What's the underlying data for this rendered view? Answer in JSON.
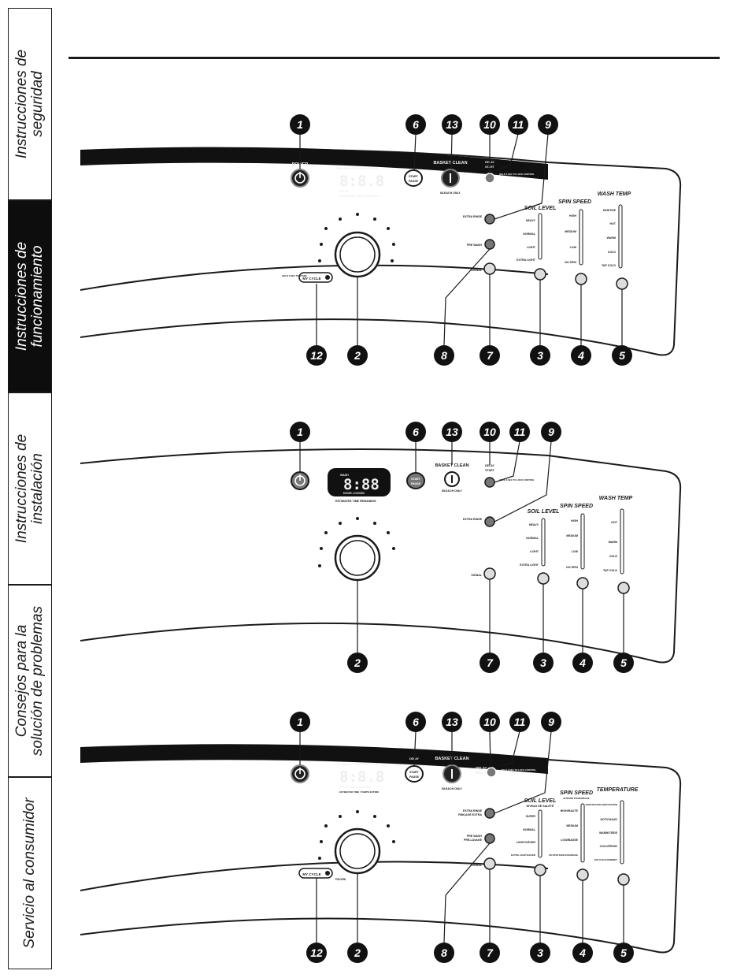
{
  "tabs": [
    {
      "label": "Instrucciones de\nseguridad",
      "active": false
    },
    {
      "label": "Instrucciones de\nfuncionamiento",
      "active": true
    },
    {
      "label": "Instrucciones de\ninstalación",
      "active": false
    },
    {
      "label": "Consejos para la\nsolución de problemas",
      "active": false
    },
    {
      "label": "Servicio al consumidor",
      "active": false
    }
  ],
  "panel1": {
    "power": "POWER",
    "display_top": "PRE WASH EXTRA RINSE SPIN",
    "display_bottom": "DELAY",
    "est_time": "ESTIMATED TIME REMAINING",
    "display_digits": "8:8.8",
    "start": "START",
    "pause": "PAUSE",
    "basket_clean": "BASKET CLEAN",
    "bleach_only": "BLEACH ONLY",
    "delay": "DELAY",
    "start2": "START",
    "lock_note": "HOLD 3 SEC TO LOCK CONTROL",
    "extra_rinse": "EXTRA RINSE",
    "pre_wash": "PRE WASH",
    "signal": "SIGNAL",
    "my_cycle": "MY CYCLE",
    "hold_note": "HOLD 3 SEC TO STORE",
    "soil_level": "SOIL LEVEL",
    "soil_opts": [
      "HEAVY",
      "NORMAL",
      "LIGHT",
      "EXTRA LIGHT"
    ],
    "spin_speed": "SPIN SPEED",
    "spin_opts": [
      "HIGH",
      "MEDIUM",
      "LOW",
      "NO SPIN"
    ],
    "wash_temp": "WASH TEMP",
    "temp_opts": [
      "SANITIZE",
      "HOT",
      "WARM",
      "COLD",
      "TAP COLD"
    ],
    "callouts_top": [
      "1",
      "6",
      "13",
      "10",
      "11",
      "9"
    ],
    "callouts_bottom": [
      "12",
      "2",
      "8",
      "7",
      "3",
      "4",
      "5"
    ]
  },
  "panel2": {
    "display_top": "WASH",
    "display_bottom": "DOOR LOCKED",
    "est_time": "ESTIMATED TIME REMAINING",
    "display_digits": "8:88",
    "start": "START",
    "pause": "PAUSE",
    "basket_clean": "BASKET CLEAN",
    "bleach_only": "BLEACH ONLY",
    "delay": "DELAY",
    "start2": "START",
    "lock_note": "HOLD 3 SEC TO LOCK CONTROL",
    "extra_rinse": "EXTRA RINSE",
    "signal": "SIGNAL",
    "soil_level": "SOIL LEVEL",
    "soil_opts": [
      "HEAVY",
      "NORMAL",
      "LIGHT",
      "EXTRA LIGHT"
    ],
    "spin_speed": "SPIN SPEED",
    "spin_opts": [
      "HIGH",
      "MEDIUM",
      "LOW",
      "NO SPIN"
    ],
    "wash_temp": "WASH TEMP",
    "temp_opts": [
      "HOT",
      "WARM",
      "COLD",
      "TAP COLD"
    ],
    "callouts_top": [
      "1",
      "6",
      "13",
      "10",
      "11",
      "9"
    ],
    "callouts_bottom": [
      "2",
      "7",
      "3",
      "4",
      "5"
    ]
  },
  "panel3": {
    "display_top": "PRE WASH EXTRA RINSE SPIN",
    "display_bottom": "DELAY DOOR LOCKED",
    "est_time": "ESTIMATED TIME / TEMPS ESTIMÉ",
    "display_digits": "8:8.8",
    "delay_top": "DELAY",
    "start": "START",
    "pause": "PAUSE",
    "basket_clean": "BASKET CLEAN",
    "bleach_only": "BLEACH ONLY",
    "delay": "DELAY",
    "delay_fr": "DÉLAI",
    "lock_note": "HOLD 3 SEC TO LOCK CONTROL",
    "extra_rinse": "EXTRA RINSE",
    "extra_rinse_fr": "RINÇAGE EXTRA",
    "pre_wash": "PRE WASH",
    "pre_wash_fr": "PRÉ-LAVAGE",
    "signal": "SIGNAL",
    "my_cycle": "MY CYCLE",
    "favori": "FAVORI",
    "soil_level": "SOIL LEVEL",
    "soil_level_fr": "NIVEAU DE SALETÉ",
    "soil_opts": [
      "SUPER",
      "NORMAL",
      "LIGHT/LÉGER",
      "EXTRA LIGHT/LÉGER"
    ],
    "spin_speed": "SPIN SPEED",
    "spin_speed_fr": "VITESSE D'ESSORAGE",
    "spin_opts": [
      "HIGH/HAUTE",
      "MEDIUM",
      "LOW/BASSE",
      "NO SPIN SANS ESSORAGE"
    ],
    "temperature": "TEMPERATURE",
    "temp_opts": [
      "SANITIZATION ASEPTISATION",
      "HOT/CHAUD",
      "WARM/TIÈDE",
      "COLD/FROID",
      "TAP COLD ROBINET"
    ],
    "callouts_top": [
      "1",
      "6",
      "13",
      "10",
      "11",
      "9"
    ],
    "callouts_bottom": [
      "12",
      "2",
      "8",
      "7",
      "3",
      "4",
      "5"
    ]
  }
}
